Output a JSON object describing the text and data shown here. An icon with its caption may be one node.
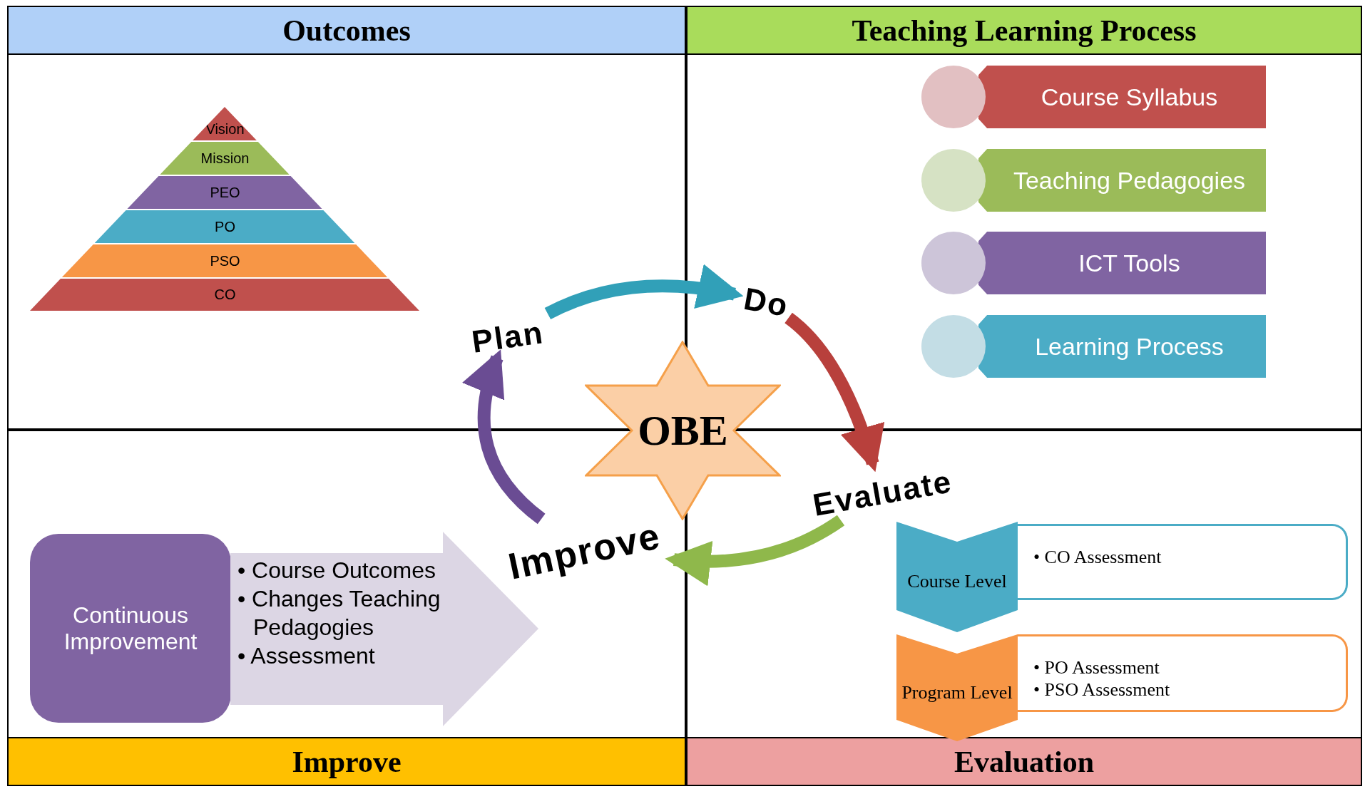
{
  "diagram": {
    "nodes": [
      {
        "text": [
          "Outcomes"
        ]
      },
      {
        "text": [
          "Teaching Learning Process"
        ]
      },
      {
        "text": [
          "Improve"
        ]
      },
      {
        "text": [
          "Evaluation"
        ]
      },
      {
        "text": [
          "Vision"
        ],
        "in": 0
      },
      {
        "text": [
          "Mission"
        ],
        "in": 0
      },
      {
        "text": [
          "PEO"
        ],
        "in": 0
      },
      {
        "text": [
          "PO"
        ],
        "in": 0
      },
      {
        "text": [
          "PSO"
        ],
        "in": 0
      },
      {
        "text": [
          "CO"
        ],
        "in": 0
      },
      {
        "text": [
          "Course Syllabus"
        ],
        "in": 1
      },
      {
        "text": [
          "Teaching Pedagogies"
        ],
        "in": 1
      },
      {
        "text": [
          "ICT Tools"
        ],
        "in": 1
      },
      {
        "text": [
          "Learning Process"
        ],
        "in": 1
      },
      {
        "text": [
          "OBE"
        ]
      },
      {
        "text": [
          "Plan"
        ],
        "in": 0
      },
      {
        "text": [
          "Do"
        ],
        "in": 1
      },
      {
        "text": [
          "Evaluate"
        ],
        "in": 3
      },
      {
        "text": [
          "Improve"
        ],
        "in": 2
      },
      {
        "text": [
          "Continuous Improvement"
        ],
        "in": 2
      },
      {
        "text": [
          "• Course Outcomes",
          "• Changes Teaching Pedagogies",
          "• Assessment"
        ],
        "in": 2
      },
      {
        "text": [
          "Course Level"
        ],
        "in": 3
      },
      {
        "text": [
          "• CO Assessment"
        ],
        "in": 3
      },
      {
        "text": [
          "Program Level"
        ],
        "in": 3
      },
      {
        "text": [
          "• PO Assessment",
          "• PSO Assessment"
        ],
        "in": 3
      },
      {
        "text": [],
        "shape": "circle",
        "in": 1
      },
      {
        "text": [],
        "shape": "circle",
        "in": 1
      },
      {
        "text": [],
        "shape": "circle",
        "in": 1
      },
      {
        "text": [],
        "shape": "circle",
        "in": 1
      }
    ],
    "edges": [
      {
        "from": 15,
        "to": 16,
        "arrow": "to",
        "color": "#31a0b8"
      },
      {
        "from": 16,
        "to": 17,
        "arrow": "to",
        "color": "#b8403c"
      },
      {
        "from": 17,
        "to": 18,
        "arrow": "to",
        "color": "#8fb84b"
      },
      {
        "from": 18,
        "to": 15,
        "arrow": "to",
        "color": "#6a4c93"
      }
    ]
  }
}
